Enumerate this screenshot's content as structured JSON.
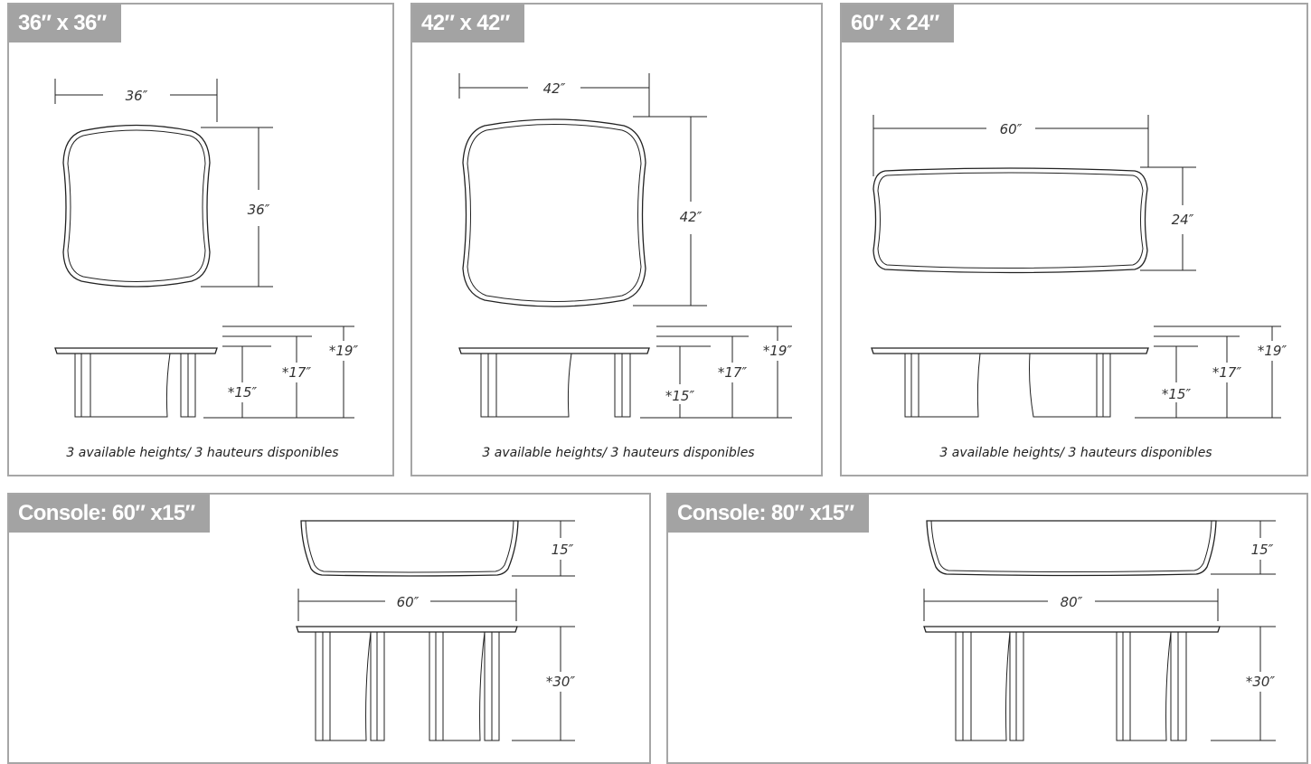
{
  "panels": {
    "p1": {
      "tag": "36″ x 36″",
      "top_w": "36″",
      "top_d": "36″",
      "h1": "*15″",
      "h2": "*17″",
      "h3": "*19″",
      "caption": "3 available heights/ 3 hauteurs disponibles"
    },
    "p2": {
      "tag": "42″ x 42″",
      "top_w": "42″",
      "top_d": "42″",
      "h1": "*15″",
      "h2": "*17″",
      "h3": "*19″",
      "caption": "3 available heights/ 3 hauteurs disponibles"
    },
    "p3": {
      "tag": "60″ x 24″",
      "top_w": "60″",
      "top_d": "24″",
      "h1": "*15″",
      "h2": "*17″",
      "h3": "*19″",
      "caption": "3 available heights/ 3 hauteurs disponibles"
    },
    "p4": {
      "tag": "Console: 60″ x15″",
      "top_d": "15″",
      "top_w": "60″",
      "height": "*30″"
    },
    "p5": {
      "tag": "Console: 80″ x15″",
      "top_d": "15″",
      "top_w": "80″",
      "height": "*30″"
    }
  }
}
